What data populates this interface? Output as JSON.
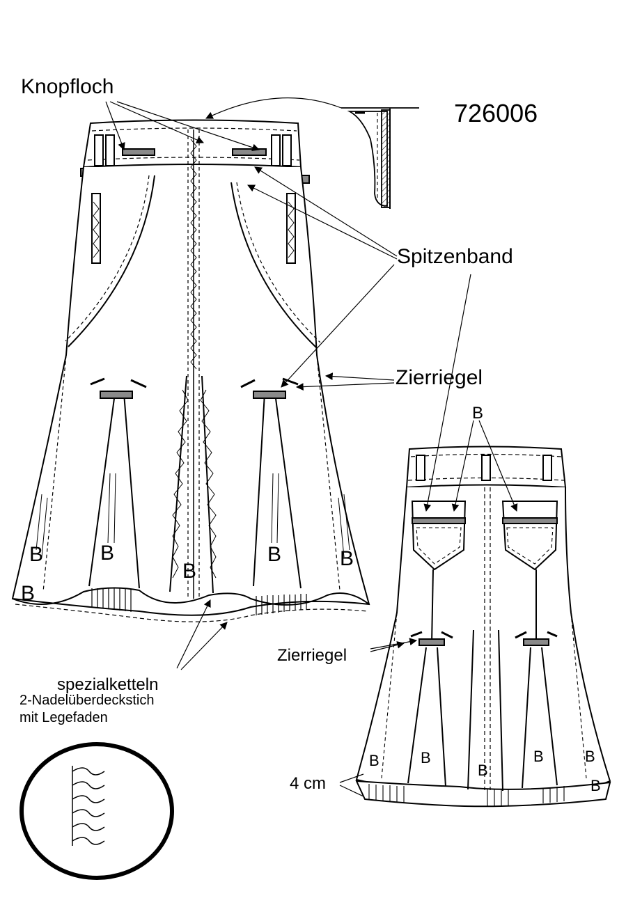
{
  "model_number": "726006",
  "labels": {
    "knopfloch": "Knopfloch",
    "spitzenband": "Spitzenband",
    "zierriegel_front": "Zierriegel",
    "zierriegel_back": "Zierriegel",
    "b_back_top": "B",
    "spezialketteln": "spezialketteln",
    "nadel": "2-Nadelüberdeckstich",
    "legefaden": "mit Legefaden",
    "hem_width": "4 cm"
  },
  "panel_marks": {
    "front": [
      "B",
      "B",
      "B",
      "B",
      "B",
      "B"
    ],
    "back": [
      "B",
      "B",
      "B",
      "B",
      "B",
      "B"
    ]
  },
  "colors": {
    "line": "#000000",
    "lace": "#8a8a8a",
    "paper": "#ffffff"
  }
}
